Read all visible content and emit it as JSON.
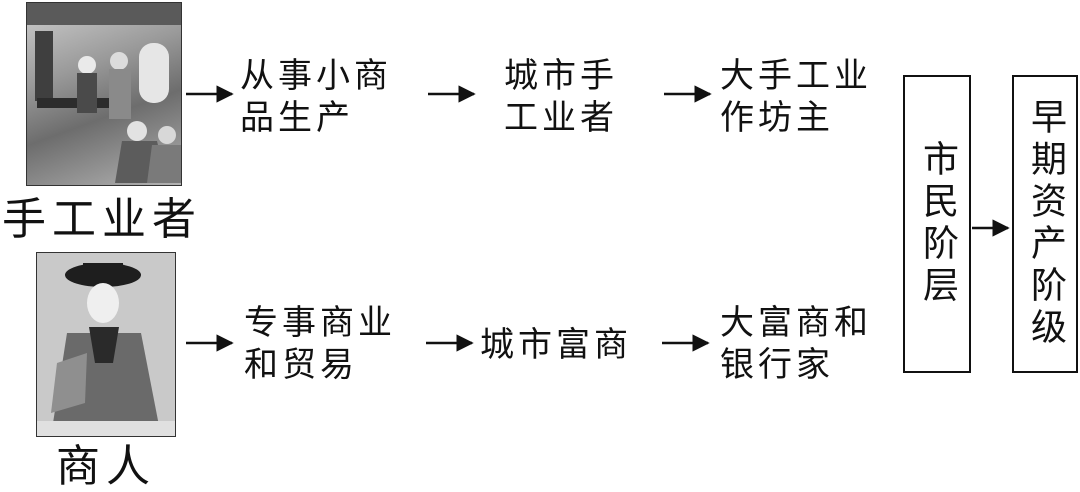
{
  "artisan": {
    "label": "手工业者",
    "steps": [
      "从事小商\n品生产",
      "城市手\n工业者",
      "大手工业\n作坊主"
    ]
  },
  "merchant": {
    "label": "商人",
    "steps": [
      "专事商业\n和贸易",
      "城市富商",
      "大富商和\n银行家"
    ]
  },
  "burgher_box": "市民阶层",
  "bourgeoisie_box": "早期资产阶级"
}
